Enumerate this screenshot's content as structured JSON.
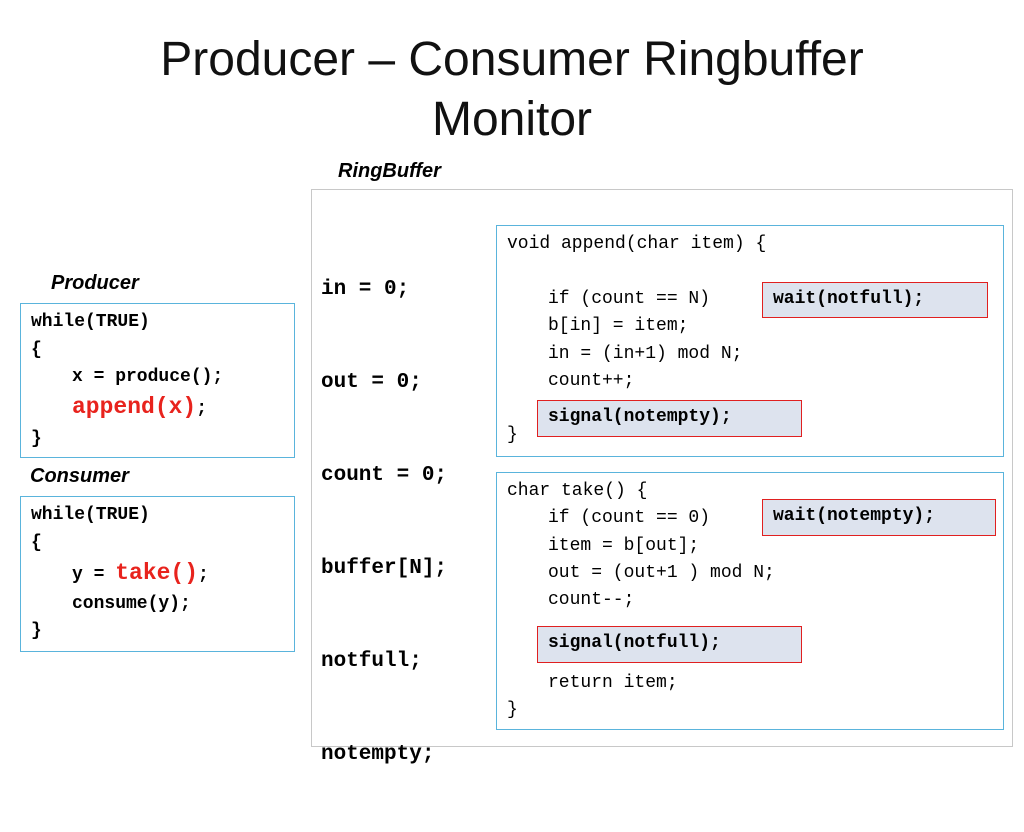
{
  "title": {
    "line1": "Producer – Consumer Ringbuffer",
    "line2": "Monitor"
  },
  "labels": {
    "ringbuffer": "RingBuffer",
    "producer": "Producer",
    "consumer": "Consumer"
  },
  "producer": {
    "loop": "while(TRUE)",
    "open": "{",
    "produce": "x = produce();",
    "append_call": "append(x)",
    "semicolon": ";",
    "close": "}"
  },
  "consumer": {
    "loop": "while(TRUE)",
    "open": "{",
    "assign": "y = ",
    "take_call": "take()",
    "semicolon": ";",
    "consume": "consume(y);",
    "close": "}"
  },
  "ringbuffer_vars": [
    "in = 0;",
    "out = 0;",
    "count = 0;",
    "buffer[N];",
    "notfull;",
    "notempty;"
  ],
  "append_fn": {
    "header": "void append(char item) {",
    "if_line": "if (count == N)",
    "wait": "wait(notfull);",
    "store": "b[in] = item;",
    "advance": "in = (in+1) mod N;",
    "increment": "count++;",
    "signal": "signal(notempty);",
    "close": "}"
  },
  "take_fn": {
    "header": "char take() {",
    "if_line": "if (count == 0)",
    "wait": "wait(notempty);",
    "load": "item = b[out];",
    "advance": "out = (out+1 ) mod N;",
    "decrement": "count--;",
    "signal": "signal(notfull);",
    "return_line": "return item;",
    "close": "}"
  },
  "colors": {
    "box_border": "#5ab4dc",
    "highlight_red": "#e8231d",
    "call_fill": "#dde3ee",
    "call_border": "#e02020"
  }
}
